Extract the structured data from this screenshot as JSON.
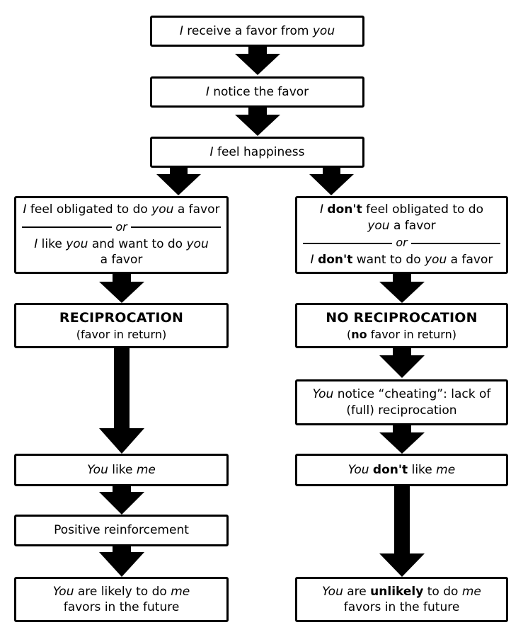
{
  "diagram": {
    "title": "Reciprocation flowchart",
    "colors": {
      "stroke": "#000000",
      "fill": "#ffffff",
      "text": "#000000"
    },
    "nodes": {
      "receive_favor": {
        "line1_a": "I",
        "line1_b": " receive a favor from ",
        "line1_c": "you"
      },
      "notice_favor": {
        "line1_a": "I",
        "line1_b": " notice the favor"
      },
      "feel_happiness": {
        "line1_a": "I",
        "line1_b": " feel happiness"
      },
      "obligated_left": {
        "top_a": "I",
        "top_b": " feel obligated to do ",
        "top_c": "you",
        "top_d": " a favor",
        "or": "or",
        "bot_a": "I",
        "bot_b": " like ",
        "bot_c": "you",
        "bot_d": " and want to do ",
        "bot_e": "you",
        "bot_f": "a favor"
      },
      "obligated_right": {
        "top_a": "I",
        "top_b": "don't",
        "top_c": " feel obligated to do",
        "top_d": "you",
        "top_e": " a favor",
        "or": "or",
        "bot_a": "I",
        "bot_b": "don't",
        "bot_c": " want to do ",
        "bot_d": "you",
        "bot_e": " a favor"
      },
      "reciprocation": {
        "heading": "RECIPROCATION",
        "sub": "(favor in return)"
      },
      "no_reciprocation": {
        "heading": "NO RECIPROCATION",
        "sub_a": "(",
        "sub_b": "no",
        "sub_c": " favor in return)"
      },
      "notice_cheating": {
        "line1_a": "You",
        "line1_b": " notice “cheating”: lack of",
        "line2": "(full) reciprocation"
      },
      "you_like_me": {
        "line1_a": "You",
        "line1_b": " like ",
        "line1_c": "me"
      },
      "you_dont_like_me": {
        "line1_a": "You",
        "line1_b": " ",
        "line1_c": "don't",
        "line1_d": " like ",
        "line1_e": "me"
      },
      "positive_reinforcement": {
        "line1": "Positive reinforcement"
      },
      "likely_future": {
        "line1_a": "You",
        "line1_b": " are likely to do ",
        "line1_c": "me",
        "line2": "favors in the future"
      },
      "unlikely_future": {
        "line1_a": "You",
        "line1_b": " are ",
        "line1_c": "unlikely",
        "line1_d": " to do ",
        "line1_e": "me",
        "line2": "favors in the future"
      }
    }
  }
}
